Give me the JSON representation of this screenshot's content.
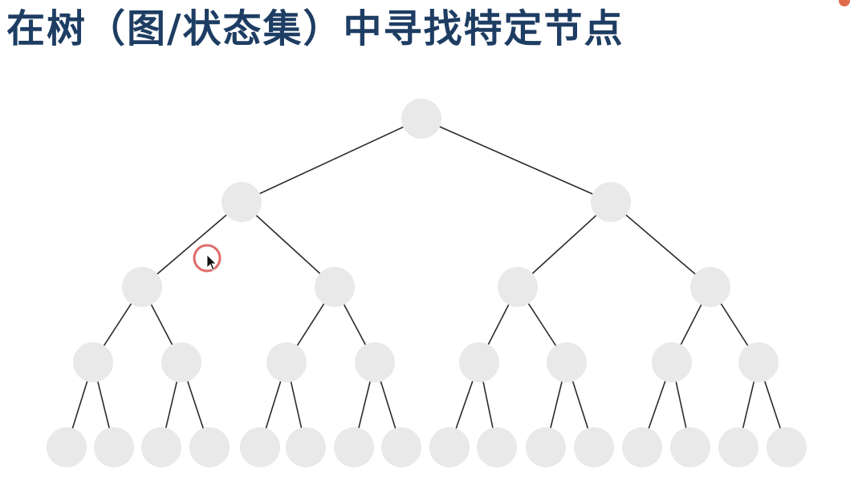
{
  "slide": {
    "title": "在树（图/状态集）中寻找特定节点"
  },
  "tree": {
    "type": "complete-binary-tree",
    "levels": 5,
    "node_count": 31,
    "node_color": "#e9e9e9",
    "edge_color": "#2a2a2a"
  },
  "cursor": {
    "ring_color": "#e06a6a",
    "pointer_color": "#111111"
  },
  "colors": {
    "title": "#1e3d63",
    "background": "#ffffff"
  }
}
